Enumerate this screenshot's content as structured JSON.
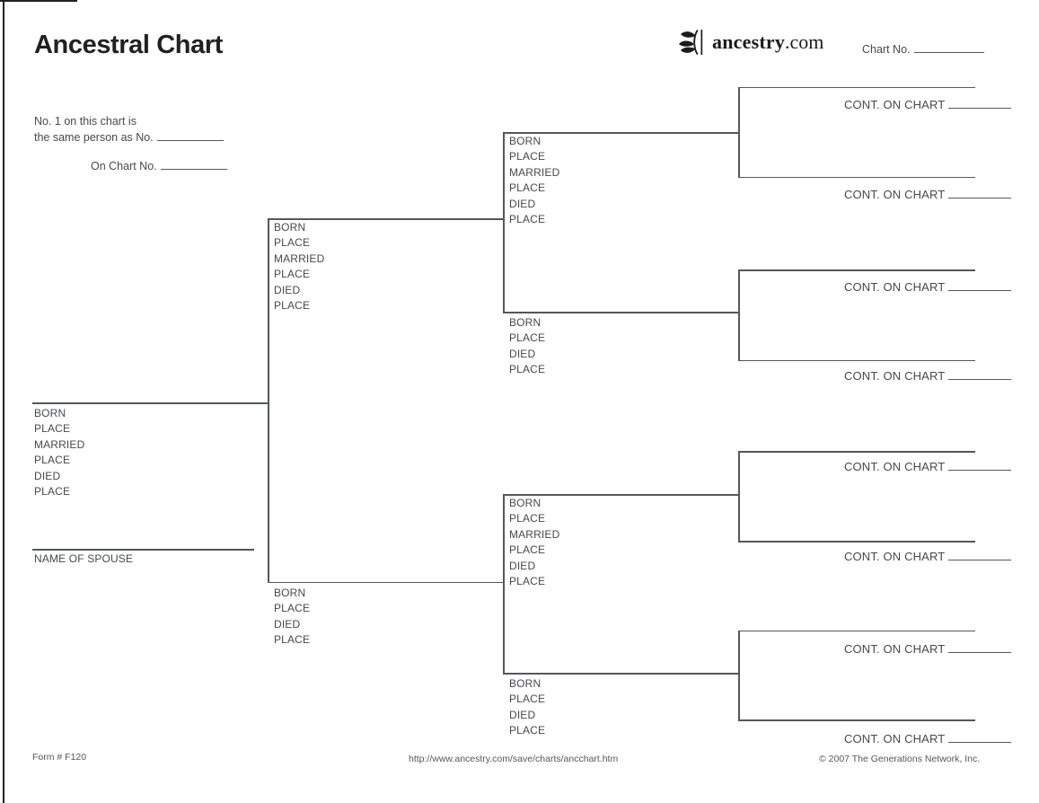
{
  "header": {
    "title": "Ancestral Chart",
    "logo_main": "ancestry",
    "logo_suffix": ".com",
    "chart_no_label": "Chart No."
  },
  "reference": {
    "line1": "No. 1 on this chart is",
    "line2": "the same person as No.",
    "line3": "On Chart No."
  },
  "labels": {
    "full": [
      "BORN",
      "PLACE",
      "MARRIED",
      "PLACE",
      "DIED",
      "PLACE"
    ],
    "short": [
      "BORN",
      "PLACE",
      "DIED",
      "PLACE"
    ],
    "spouse": "NAME OF SPOUSE",
    "cont": "CONT. ON CHART"
  },
  "footer": {
    "form_number": "Form # F120",
    "url": "http://www.ancestry.com/save/charts/ancchart.htm",
    "copyright": "© 2007 The Generations Network, Inc."
  },
  "colors": {
    "line": "#55575a",
    "text": "#46484b",
    "title": "#232021",
    "logo": "#1c1c1c"
  }
}
